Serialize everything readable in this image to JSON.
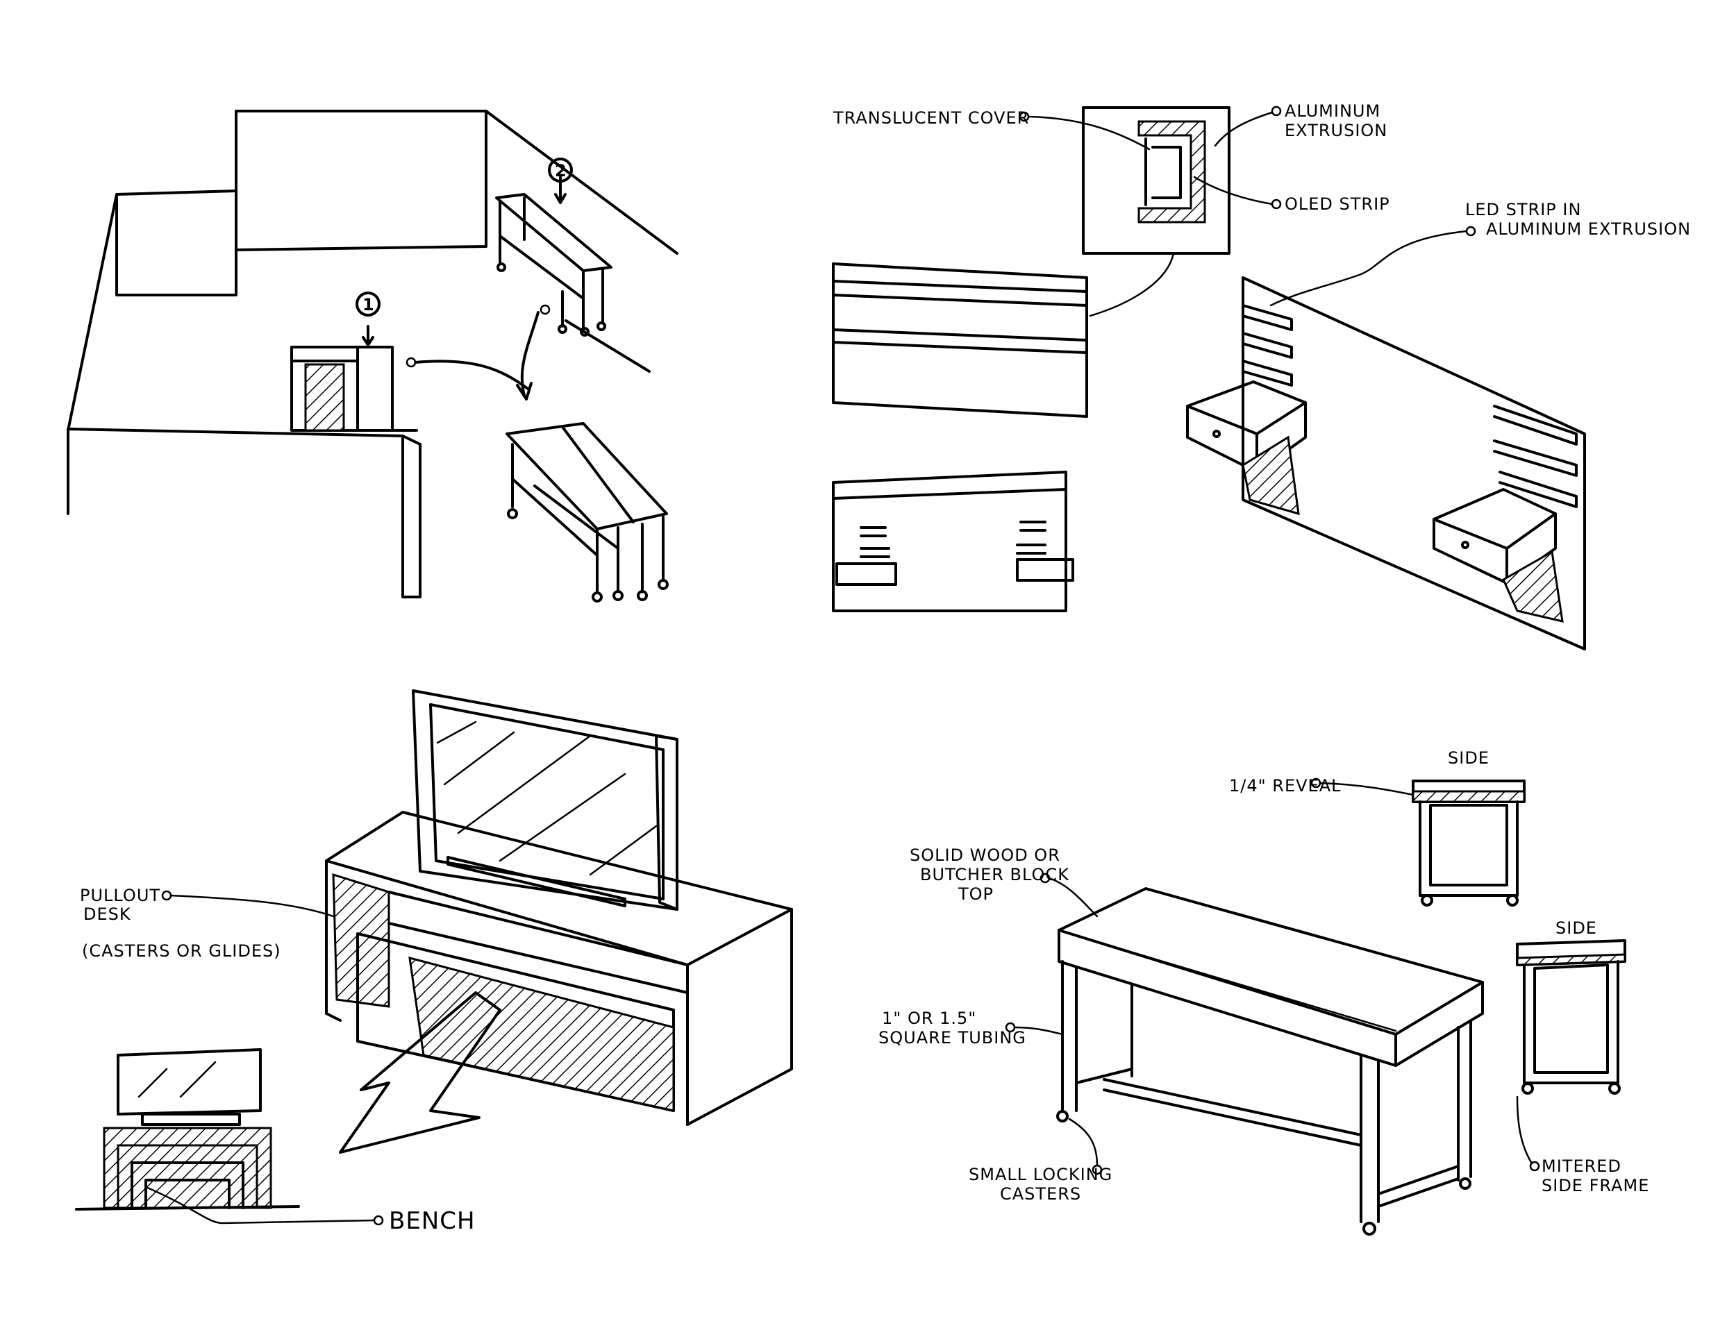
{
  "callouts": {
    "marker_1": "1",
    "marker_2": "2",
    "translucent_cover": "TRANSLUCENT COVER",
    "aluminum_extrusion": [
      "ALUMINUM",
      "EXTRUSION"
    ],
    "oled_strip": "OLED STRIP",
    "led_strip_in_extrusion": [
      "LED STRIP IN",
      "ALUMINUM EXTRUSION"
    ],
    "pullout_desk": [
      "PULLOUT",
      "DESK"
    ],
    "casters_or_glides": "(CASTERS OR GLIDES)",
    "bench": "BENCH",
    "side_top": "SIDE",
    "quarter_reveal": "1/4\" REVEAL",
    "side_bottom": "SIDE",
    "solid_wood_top": [
      "SOLID WOOD OR",
      "BUTCHER BLOCK",
      "TOP"
    ],
    "square_tubing": [
      "1\" OR 1.5\"",
      "SQUARE TUBING"
    ],
    "small_locking_casters": [
      "SMALL LOCKING",
      "CASTERS"
    ],
    "mitered_side_frame": [
      "MITERED",
      "SIDE FRAME"
    ]
  }
}
